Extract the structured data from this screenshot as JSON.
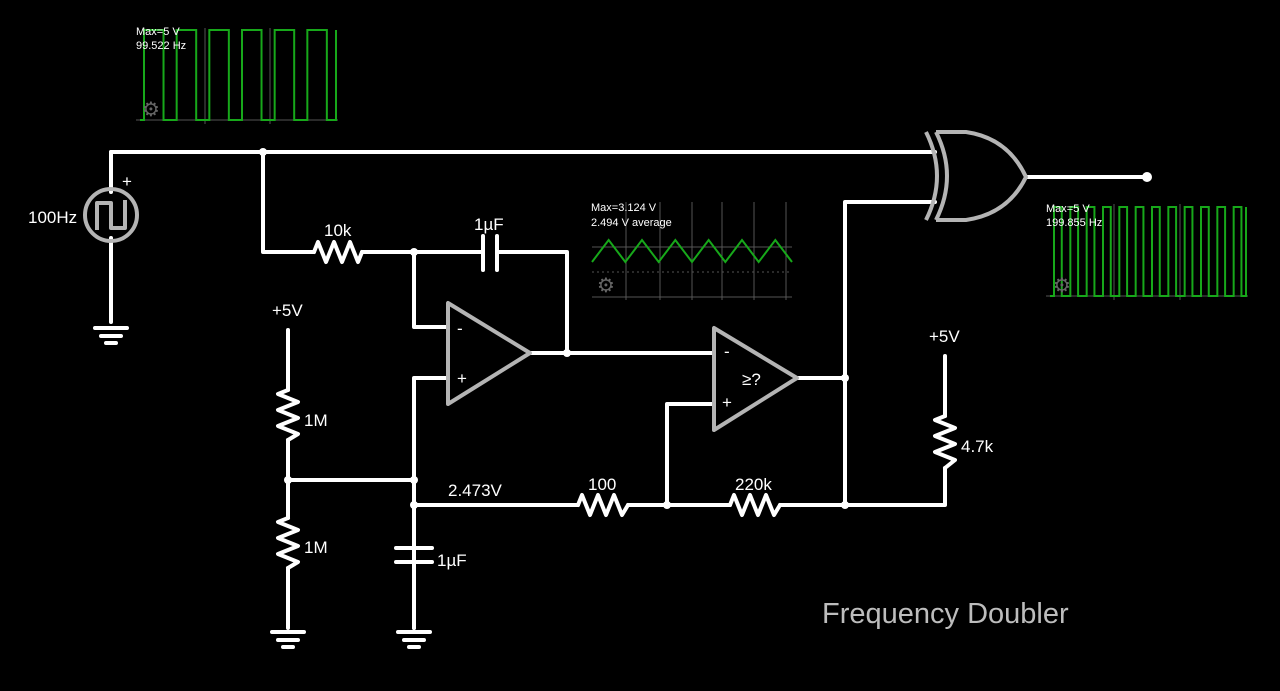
{
  "title": "Frequency Doubler",
  "source": {
    "label": "100Hz",
    "polarity": "+"
  },
  "labels": {
    "r_10k": "10k",
    "c_1uF_top": "1µF",
    "supply_left": "+5V",
    "r_1M_top": "1M",
    "r_1M_bottom": "1M",
    "c_1uF_bottom": "1µF",
    "voltage_node": "2.473V",
    "r_100": "100",
    "r_220k": "220k",
    "supply_right": "+5V",
    "r_4_7k": "4.7k",
    "opamp_minus": "-",
    "opamp_plus": "+",
    "comp_minus": "-",
    "comp_plus": "+",
    "comp_symbol": "≥?"
  },
  "scopes": [
    {
      "line1": "Max=5 V",
      "line2": "99.522 Hz",
      "waveform": "square",
      "cycles": 6,
      "icon": "gear-icon"
    },
    {
      "line1": "Max=3.124 V",
      "line2": "2.494 V average",
      "waveform": "triangle",
      "cycles": 6,
      "icon": "gear-icon"
    },
    {
      "line1": "Max=5 V",
      "line2": "199.855 Hz",
      "waveform": "square",
      "cycles": 12,
      "icon": "gear-icon"
    }
  ],
  "colors": {
    "background": "#000000",
    "wire": "#ffffff",
    "component": "#b4b4b4",
    "trace": "#17a81a",
    "title": "#bdbdbd"
  }
}
